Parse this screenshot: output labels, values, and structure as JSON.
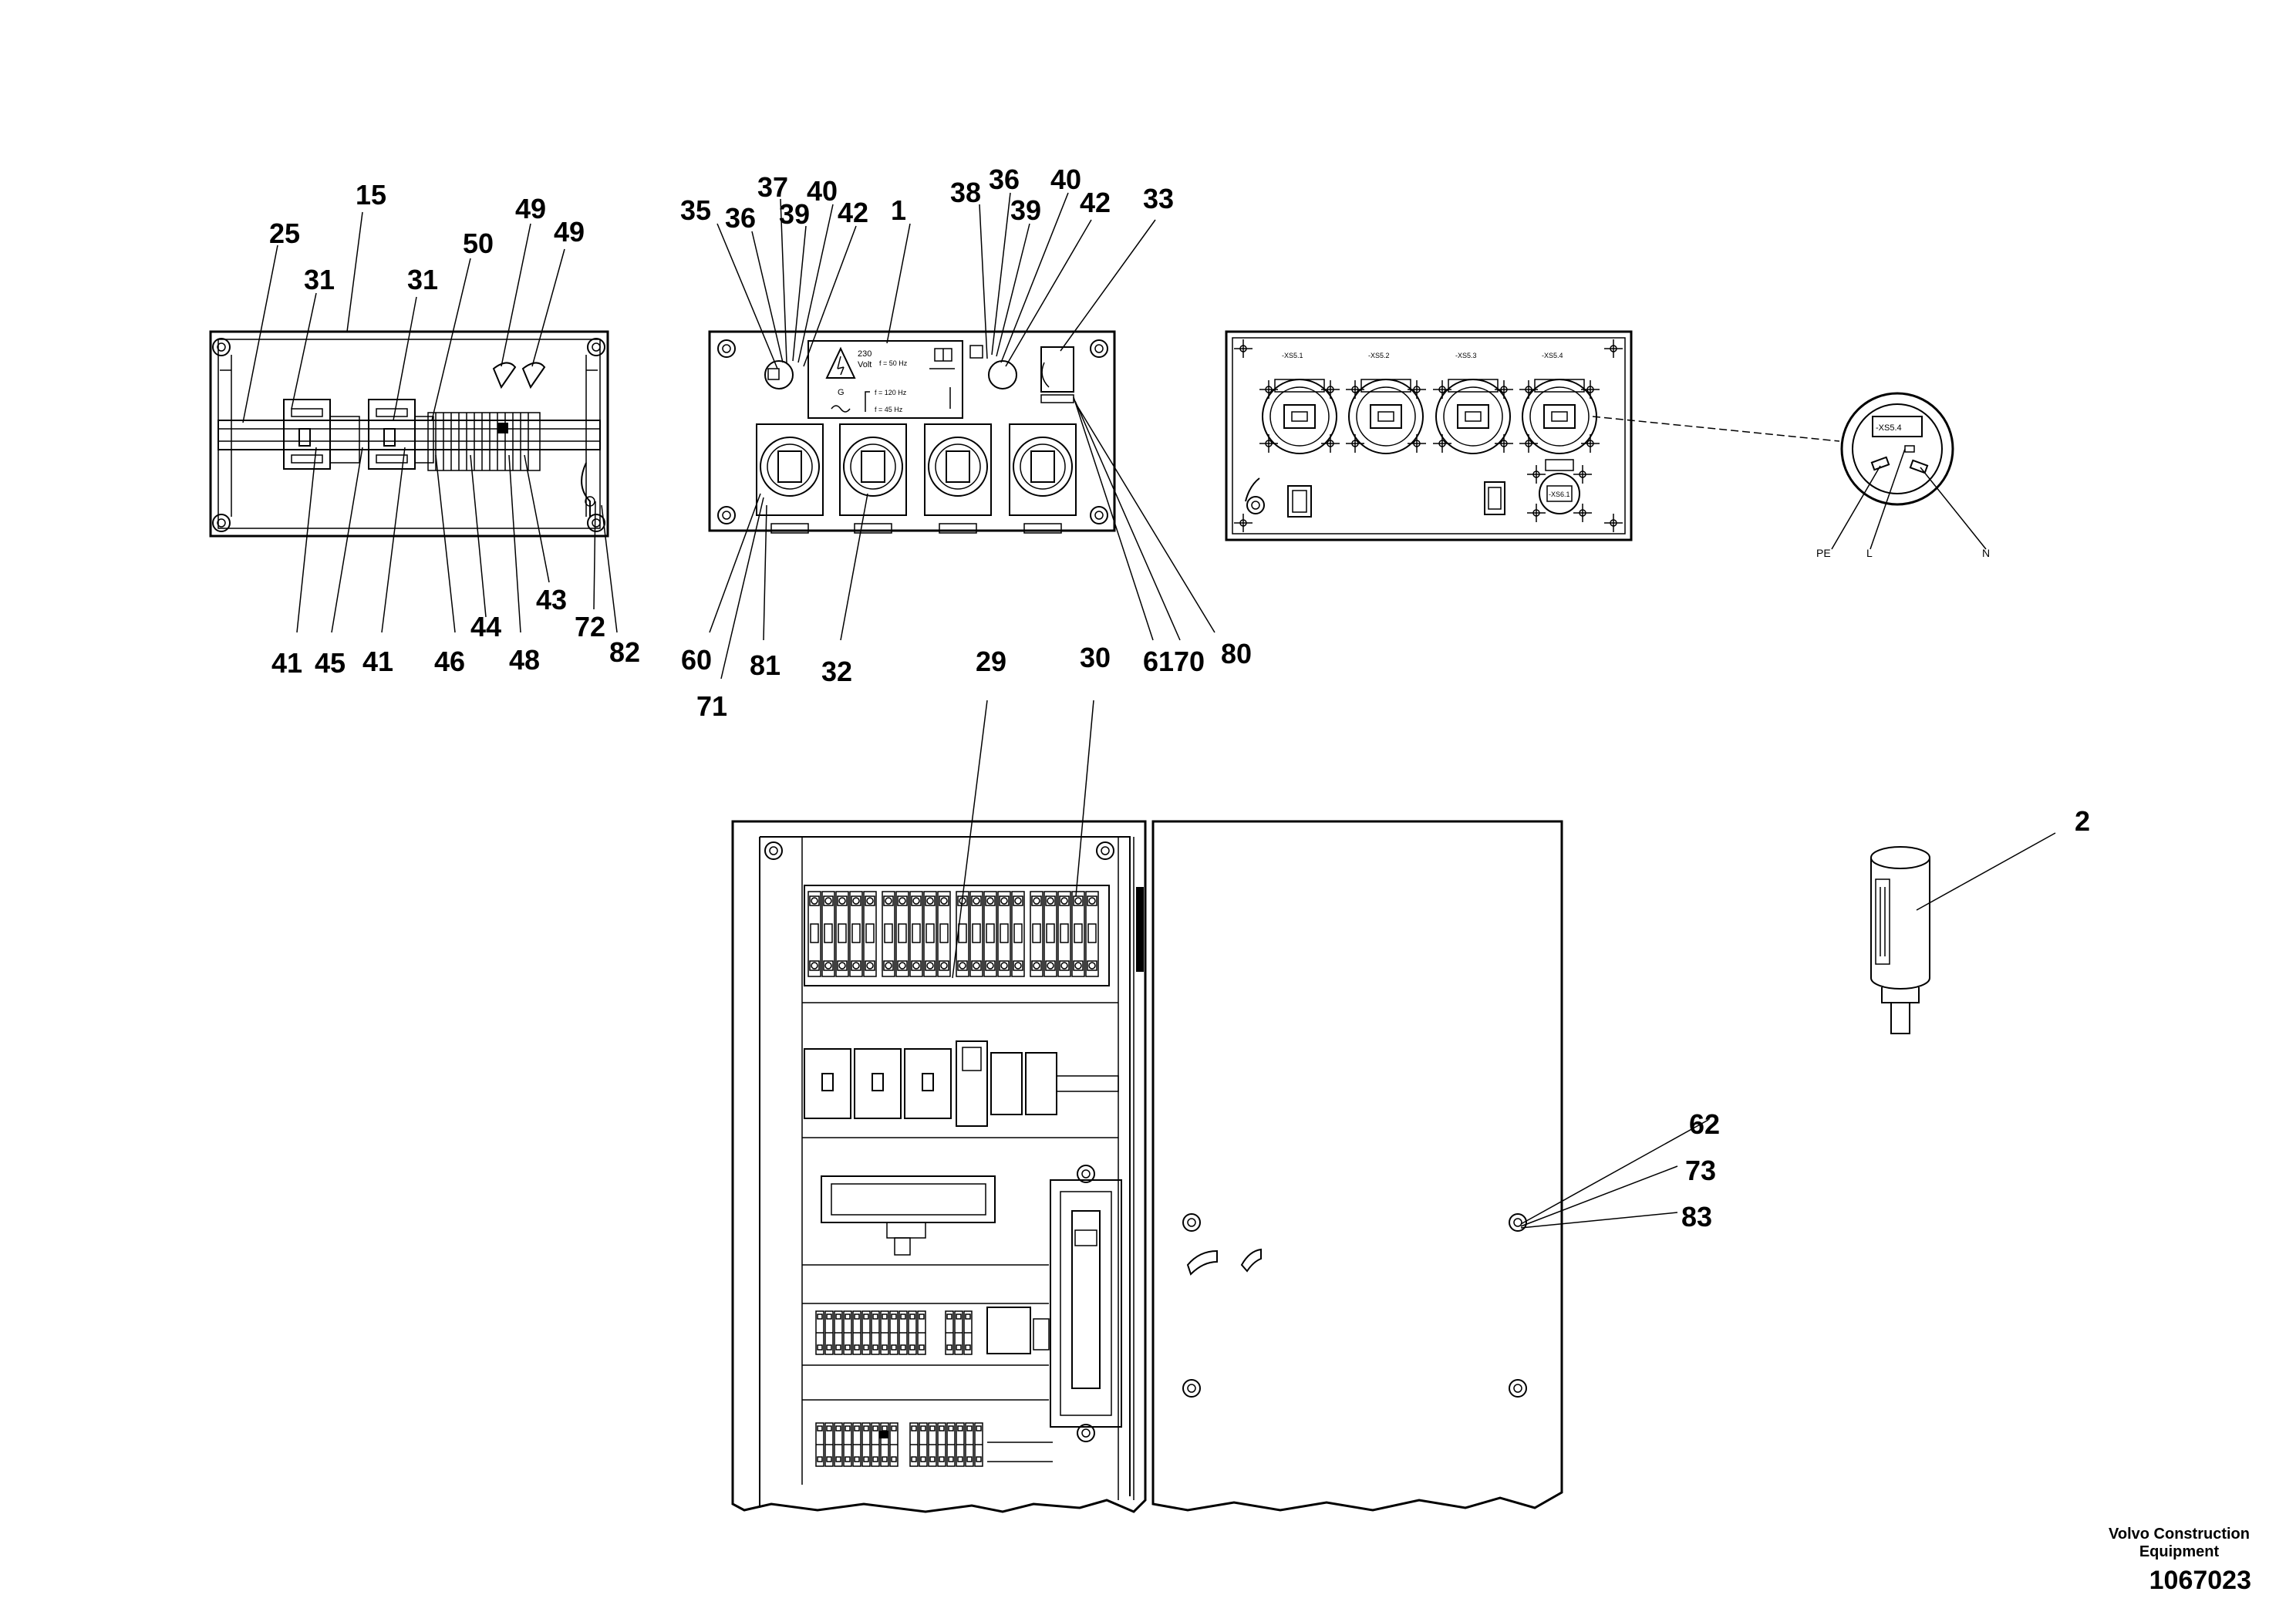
{
  "credit": {
    "line1": "Volvo Construction",
    "line2": "Equipment"
  },
  "doc_number": "1067023",
  "plate": {
    "voltage": "230",
    "volt_unit": "Volt",
    "freq_main": "f = 50 Hz",
    "gen_symbol": "G",
    "freq_high": "f = 120 Hz",
    "freq_low": "f = 45  Hz"
  },
  "socket_tags": [
    "-XS5.1",
    "-XS5.2",
    "-XS5.3",
    "-XS5.4",
    "-XS6.1"
  ],
  "socket_detail": {
    "tag": "-XS5.4",
    "pins": [
      "PE",
      "L",
      "N"
    ]
  },
  "callouts": {
    "c15": "15",
    "c25": "25",
    "c31a": "31",
    "c31b": "31",
    "c50": "50",
    "c49a": "49",
    "c49b": "49",
    "c41a": "41",
    "c45": "45",
    "c41b": "41",
    "c46": "46",
    "c44": "44",
    "c48": "48",
    "c43": "43",
    "c72": "72",
    "c82": "82",
    "c35a": "35",
    "c36a": "36",
    "c37": "37",
    "c39a": "39",
    "c40a": "40",
    "c42a": "42",
    "c1": "1",
    "c38": "38",
    "c36b": "36",
    "c39b": "39",
    "c40b": "40",
    "c42b": "42",
    "c33": "33",
    "c60": "60",
    "c71": "71",
    "c81": "81",
    "c32": "32",
    "c61": "61",
    "c70": "70",
    "c80": "80",
    "c29": "29",
    "c30": "30",
    "c2": "2",
    "c62": "62",
    "c73": "73",
    "c83": "83"
  }
}
